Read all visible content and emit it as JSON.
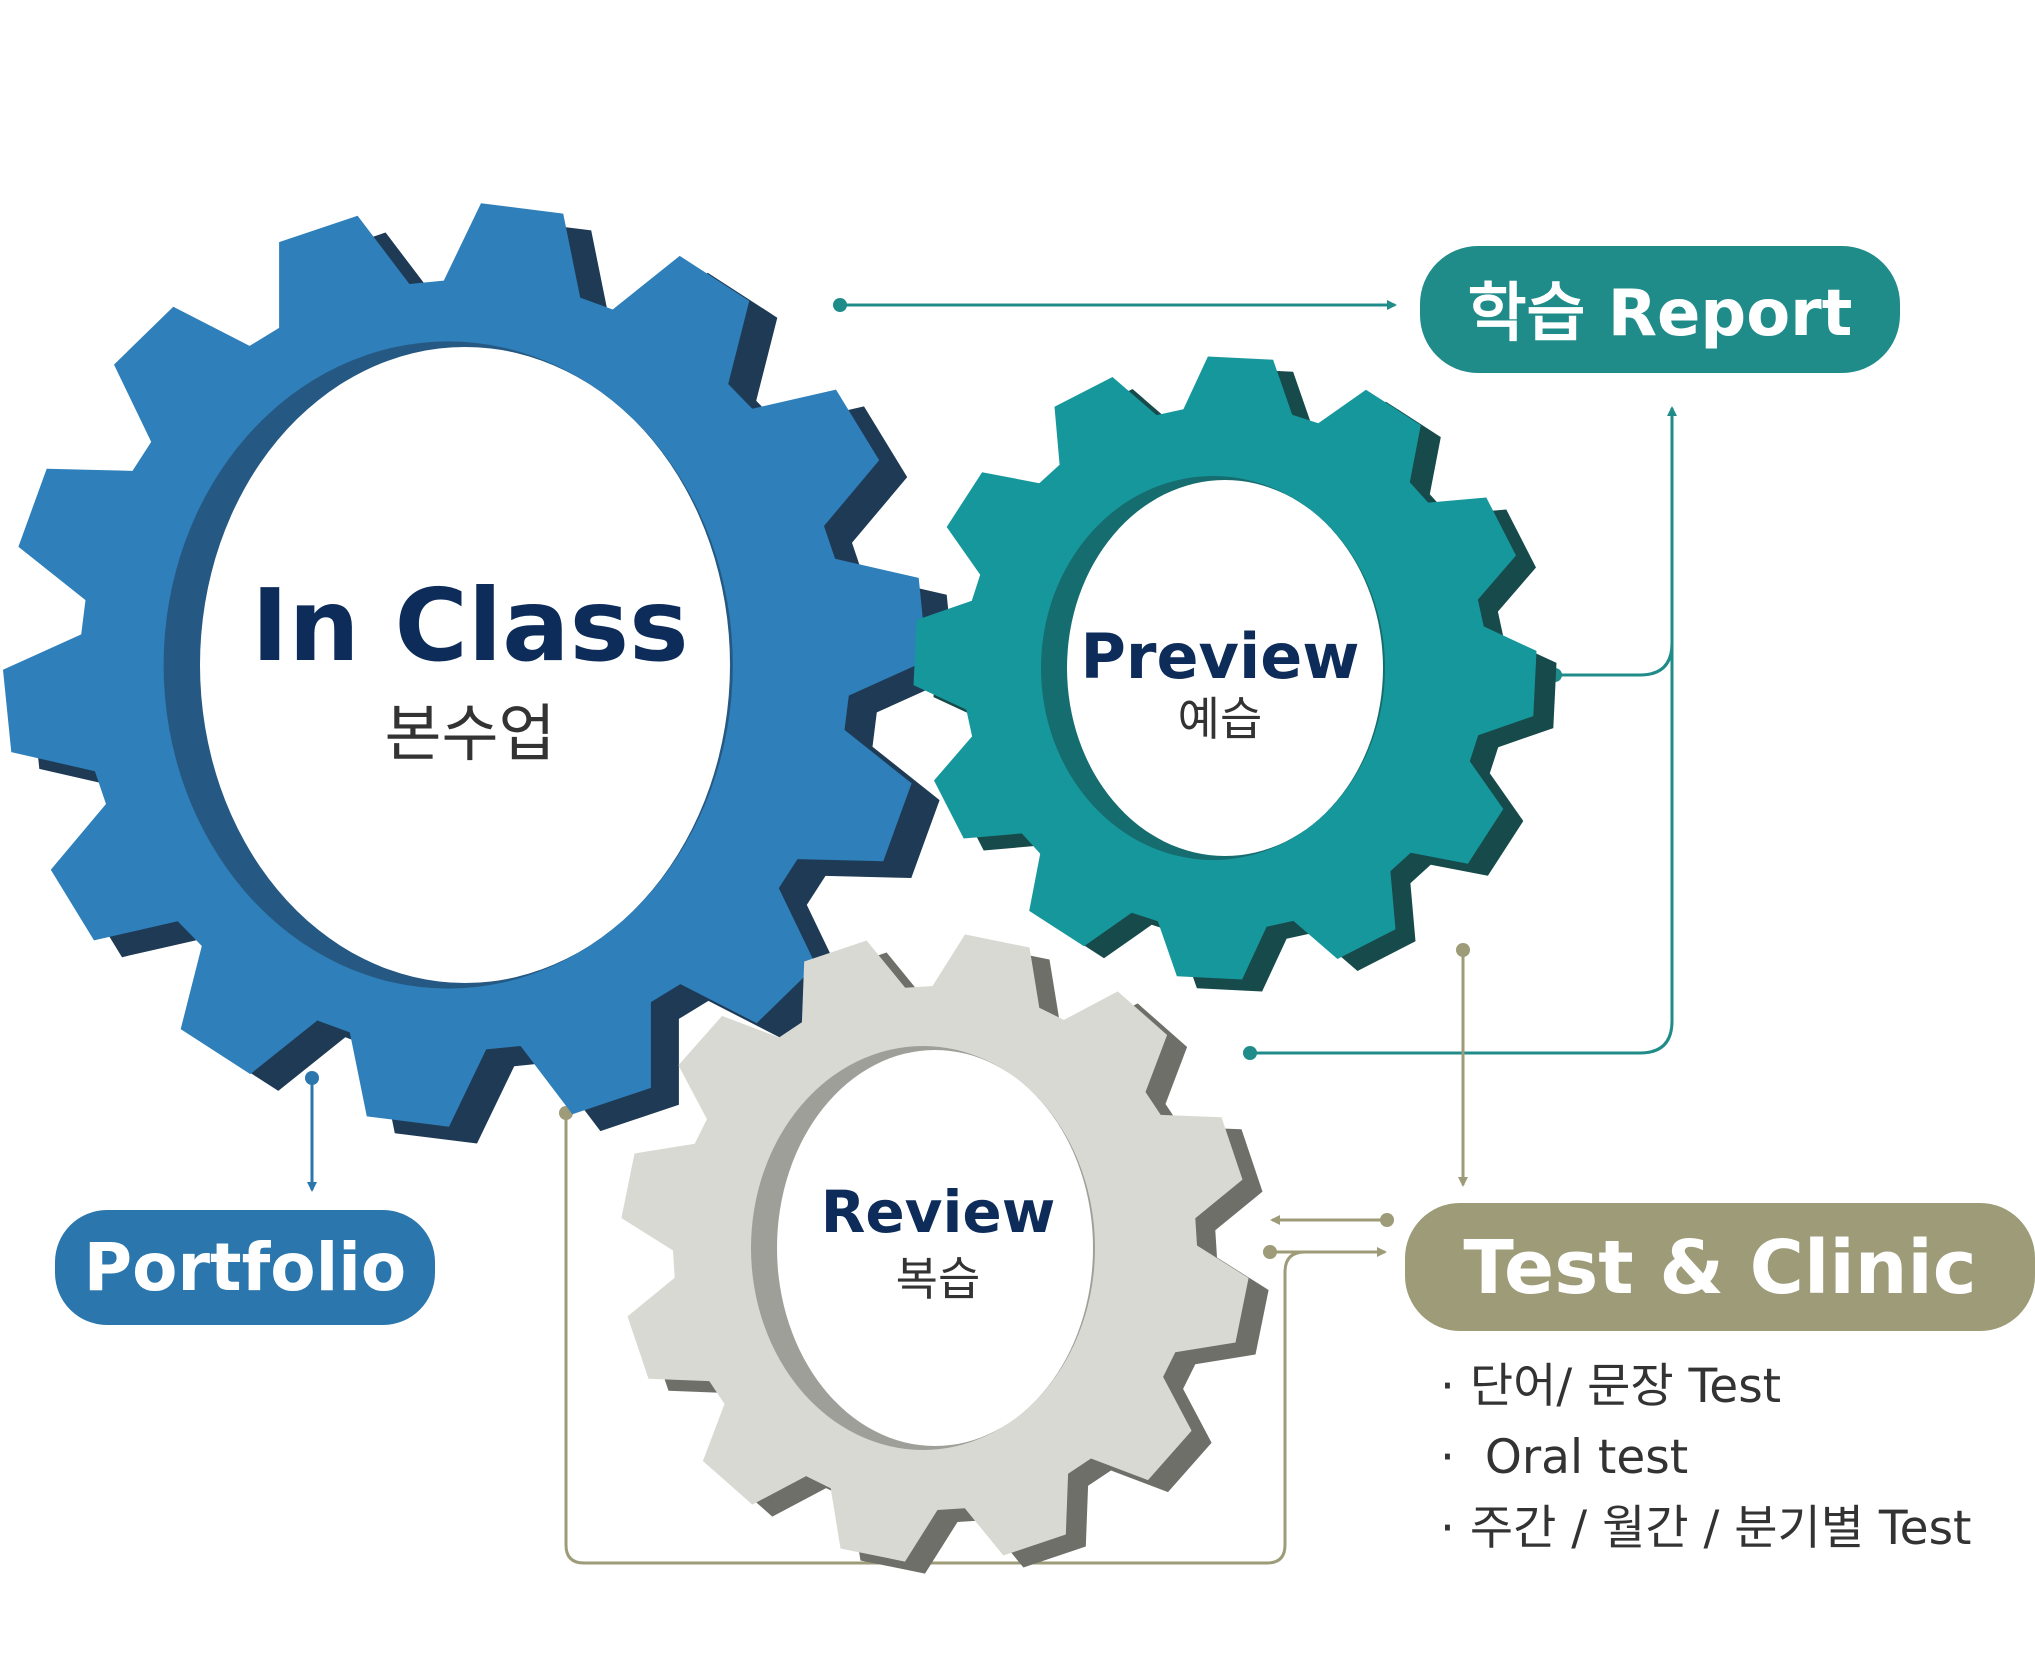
{
  "gears": {
    "in_class": {
      "title": "In Class",
      "subtitle": "본수업",
      "color": "#2e7fba",
      "shadow": "#1f3a55",
      "title_color": "#0d2c5a",
      "sub_color": "#333333"
    },
    "preview": {
      "title": "Preview",
      "subtitle": "예습",
      "color": "#16979c",
      "shadow": "#174a4a",
      "title_color": "#0d2c5a",
      "sub_color": "#333333"
    },
    "review": {
      "title": "Review",
      "subtitle": "복습",
      "color": "#d9d9d4",
      "shadow": "#6f6f6a",
      "title_color": "#0d2c5a",
      "sub_color": "#333333"
    }
  },
  "labels": {
    "report": {
      "text": "학습 Report",
      "color": "#208c8a"
    },
    "portfolio": {
      "text": "Portfolio",
      "color": "#2a76ad"
    },
    "test_clinic": {
      "text": "Test & Clinic",
      "color": "#9d9b78"
    }
  },
  "test_items": [
    "· 단어/ 문장 Test",
    "·  Oral test",
    "· 주간 / 월간 / 분기별 Test"
  ],
  "connector_colors": {
    "teal": "#208c8a",
    "blue": "#2a76ad",
    "olive": "#9d9b78"
  }
}
